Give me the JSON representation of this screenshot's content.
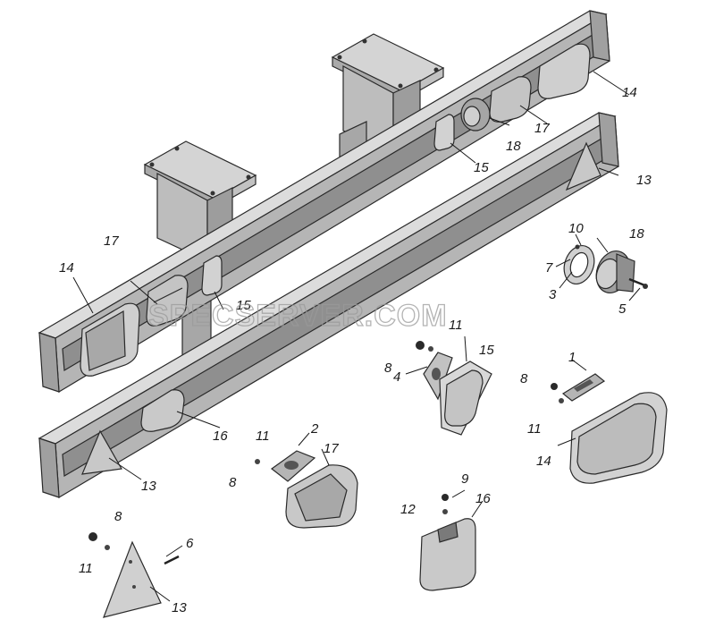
{
  "watermark": "SPECSERVER.COM",
  "callouts": {
    "c1": "1",
    "c2": "2",
    "c3": "3",
    "c4": "4",
    "c5": "5",
    "c6": "6",
    "c7": "7",
    "c8a": "8",
    "c8b": "8",
    "c8c": "8",
    "c8d": "8",
    "c9": "9",
    "c10": "10",
    "c11a": "11",
    "c11b": "11",
    "c11c": "11",
    "c11d": "11",
    "c12": "12",
    "c13a": "13",
    "c13b": "13",
    "c13c": "13",
    "c14a": "14",
    "c14b": "14",
    "c14c": "14",
    "c15a": "15",
    "c15b": "15",
    "c15c": "15",
    "c16a": "16",
    "c16b": "16",
    "c17a": "17",
    "c17b": "17",
    "c17c": "17",
    "c18a": "18",
    "c18b": "18"
  },
  "colors": {
    "metal": "#bdbdbd",
    "metal_dark": "#8a8a8a",
    "metal_light": "#dcdcdc",
    "ink": "#1a1a1a"
  }
}
